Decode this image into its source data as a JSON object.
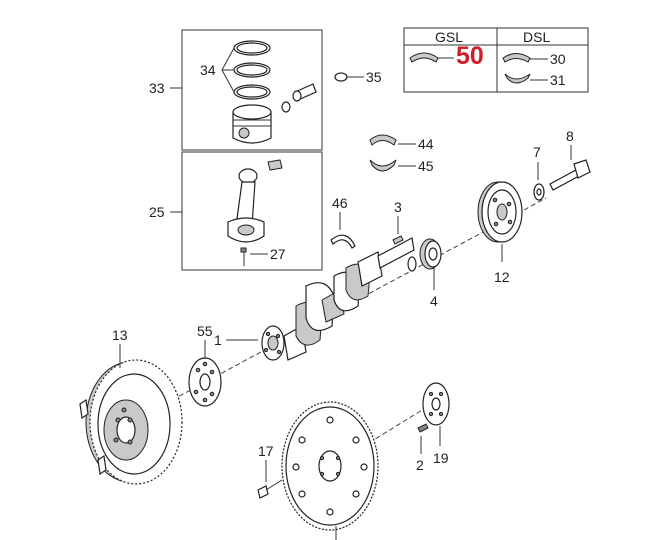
{
  "legend": {
    "col1_header": "GSL",
    "col2_header": "DSL",
    "highlight_number": "50",
    "dsl_upper_number": "30",
    "dsl_lower_number": "31"
  },
  "callouts": {
    "piston_assembly": "33",
    "piston_rings": "34",
    "piston_pin_clip": "35",
    "connecting_rod_assembly": "25",
    "rod_bolt": "27",
    "main_bearing_upper": "44",
    "main_bearing_lower": "45",
    "thrust_washer": "46",
    "key": "3",
    "crankshaft": "1",
    "sprocket": "4",
    "damper_washer": "7",
    "damper_bolt": "8",
    "damper_pulley": "12",
    "flywheel": "13",
    "flywheel_plate": "55",
    "flexplate_bolt": "17",
    "dowel_pin": "2",
    "flexplate_adapter": "19"
  },
  "colors": {
    "highlight": "#cc1f2a",
    "line": "#333333",
    "shade": "#c9c9c9"
  }
}
